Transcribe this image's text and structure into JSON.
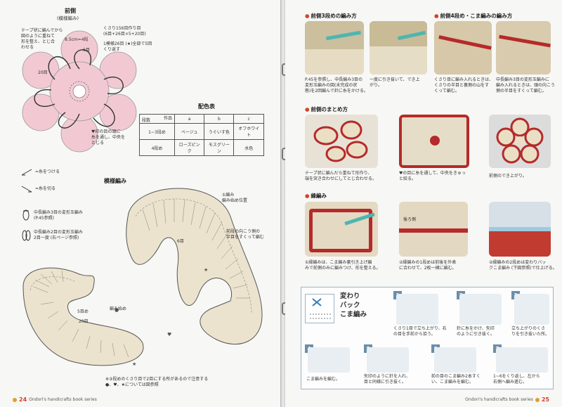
{
  "left_page": {
    "front_title": "前側",
    "front_subtitle": "(模様編み)",
    "note_tape": "テープ状に編んでから\n図のように重ねて\n形を整え、とじ合\nわせる",
    "note_size": "8.5cm=4段",
    "note_round6": "6目",
    "note_chain": "くさり156目作り目\n(6目+26目×5+20目)",
    "note_rows": "1模様26目 (★)全部で5回\nくり返す",
    "note_20": "20目",
    "note_join": "♥印の目の頭に\n糸を通し、中央を\nとじる",
    "color_table": {
      "title": "配色表",
      "corner_top": "作品",
      "corner_bottom": "段数",
      "headers": [
        "a",
        "b",
        "c"
      ],
      "rows": [
        {
          "label": "1~3段め",
          "cells": [
            "ベージュ",
            "うぐいす色",
            "オフホワイト"
          ]
        },
        {
          "label": "4段め",
          "cells": [
            "ローズピンク",
            "モスグリーン",
            "水色"
          ]
        }
      ]
    },
    "legend": {
      "attach": "=糸をつける",
      "cut": "=糸を切る",
      "puff3": "中長編み3目の変形玉編み\n(P.45参照)",
      "puff2": "中長編み2目の変形玉編み\n2目一度 (右ページ参照)"
    },
    "pattern_title": "模様編み",
    "note_start": "①編み\n編み始め位置",
    "note_back": "前段の向こう側の\n半目をすくって編む",
    "note_6": "6目",
    "note_5": "5目め",
    "note_20b": "20目",
    "note_amihajime": "編み始め",
    "footnote": "※③段めのくさり目で2目にする所があるので注意する\n●、♥、★については図参照",
    "folio_num": "24",
    "folio_text": "Ondori's handicrafts book series"
  },
  "right_page": {
    "s1_title": "前側3段めの編み方",
    "s1_cap1": "P.45を参照し、中長編み3目の\n変形玉編みの図(未完成の状\n態)を2回編んで針に糸をかける。",
    "s1_cap2": "一度に引き抜いて、でき上\nがり。",
    "s2_title": "前側4段め・こま編みの編み方",
    "s2_cap1": "くさり目に編み入れるときは、\nくさりの半目と裏側の山をす\nくって編む。",
    "s2_cap2": "中長編み3目の変形玉編みに\n編み入れるときは、頭の向こう\n側の半目をすくって編む。",
    "s3_title": "前側のまとめ方",
    "s3_cap1": "テープ状に編んだら重ねて形作り、\n端を突き合わせにしてとじ合わせる。",
    "s3_cap2": "♥の目に糸を通して、中央をきゅっ\nと絞る。",
    "s3_cap3": "前側のでき上がり。",
    "s4_title": "縁編み",
    "s4_label": "後ろ側",
    "s4_cap1": "①縁編みは、こま編み裏引き上げ編\nみで前側のみに編みつけ、形を整える。",
    "s4_cap2": "②縁編みの1段めは前後を外表\nに合わせて、2枚一緒に編む。",
    "s4_cap3": "②縁編みの2段めは変わりバッ\nクこま編み (下図参照)で仕上げる。",
    "reverse": {
      "title_l1": "変わり",
      "title_l2": "バック",
      "title_l3": "こま編み",
      "steps": [
        {
          "n": "1",
          "cap": "くさり1目で立ち上がり、右\nの目を手前から拾う。"
        },
        {
          "n": "2",
          "cap": "針に糸をかけ、矢印\nのように引き抜く。"
        },
        {
          "n": "3",
          "cap": "立ち上がりのくさ\nりを引き抜いた所。"
        },
        {
          "n": "4",
          "cap": "こま編みを編む。"
        },
        {
          "n": "5",
          "cap": "矢印のように針を入れ、\n目と同様に引き抜く。"
        },
        {
          "n": "6",
          "cap": "前の目のこま編み2本すく\nい、こま編みを編む。"
        },
        {
          "n": "7",
          "cap": "1~6をくり返し、左から\n右側へ編み進む。"
        }
      ]
    },
    "folio_num": "25",
    "folio_text": "Ondori's handicrafts book series"
  },
  "colors": {
    "accent": "#d0452b",
    "pink": "#f2c9d2",
    "blue": "#6c8ea8",
    "yarn": "#e9dcc0"
  }
}
